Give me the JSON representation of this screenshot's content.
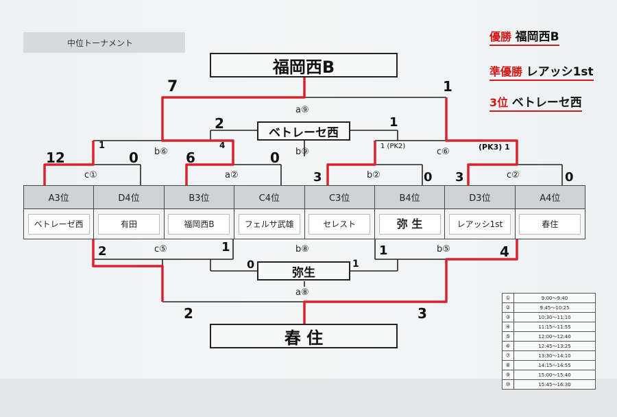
{
  "header": {
    "title": "中位トーナメント"
  },
  "results": {
    "champion_label": "優勝",
    "champion": "福岡西B",
    "runner_up_label": "準優勝",
    "runner_up": "レアッシ1st",
    "third_label": "3位",
    "third": "ベトレーセ西"
  },
  "winner_boxes": {
    "top_final": "福岡西B",
    "top_semi_right": "ベトレーセ西",
    "bottom_semi": "弥生",
    "bottom_final": "春 住"
  },
  "match_labels": {
    "a9": "a⑨",
    "b9": "b⑨",
    "b6": "b⑥",
    "c6": "c⑥",
    "a2": "a②",
    "b2": "b②",
    "c1": "c①",
    "c2": "c②",
    "c5": "c⑤",
    "b8": "b⑧",
    "b5": "b⑤",
    "a8": "a⑧"
  },
  "scores": {
    "s_top_left": "7",
    "s_top_right": "1",
    "s_semi_left": "2",
    "s_semi_right": "1",
    "s_12": "12",
    "s_0a": "0",
    "s_1tick": "1",
    "s_6": "6",
    "s_4tick": "4",
    "s_0b": "0",
    "s_pk2": "1 (PK2)",
    "s_pk3": "(PK3) 1",
    "s_3a": "3",
    "s_0c": "0",
    "s_3b": "3",
    "s_0d": "0",
    "s_2bl": "2",
    "s_1bl": "1",
    "s_0bot": "0",
    "s_1bot": "1",
    "s_1br": "1",
    "s_4br": "4",
    "s_2final": "2",
    "s_3final": "3"
  },
  "teams": {
    "headers": [
      "A3位",
      "D4位",
      "B3位",
      "C4位",
      "C3位",
      "B4位",
      "D3位",
      "A4位"
    ],
    "names": [
      "ベトレーゼ西",
      "有田",
      "福岡西B",
      "フェルサ武雄",
      "セレスト",
      "弥 生",
      "レアッシ1st",
      "春住"
    ]
  },
  "schedule": [
    {
      "n": "①",
      "t": "9:00〜9:40"
    },
    {
      "n": "②",
      "t": "9:45〜10:25"
    },
    {
      "n": "③",
      "t": "10:30〜11:10"
    },
    {
      "n": "④",
      "t": "11:15〜11:55"
    },
    {
      "n": "⑤",
      "t": "12:00〜12:40"
    },
    {
      "n": "⑥",
      "t": "12:45〜13:25"
    },
    {
      "n": "⑦",
      "t": "13:30〜14:10"
    },
    {
      "n": "⑧",
      "t": "14:15〜14:55"
    },
    {
      "n": "⑨",
      "t": "15:00〜15:40"
    },
    {
      "n": "⑩",
      "t": "15:45〜16:30"
    }
  ],
  "colors": {
    "winner_line": "#d8222e",
    "bracket_line": "#222222",
    "result_red": "#d21a1a"
  }
}
